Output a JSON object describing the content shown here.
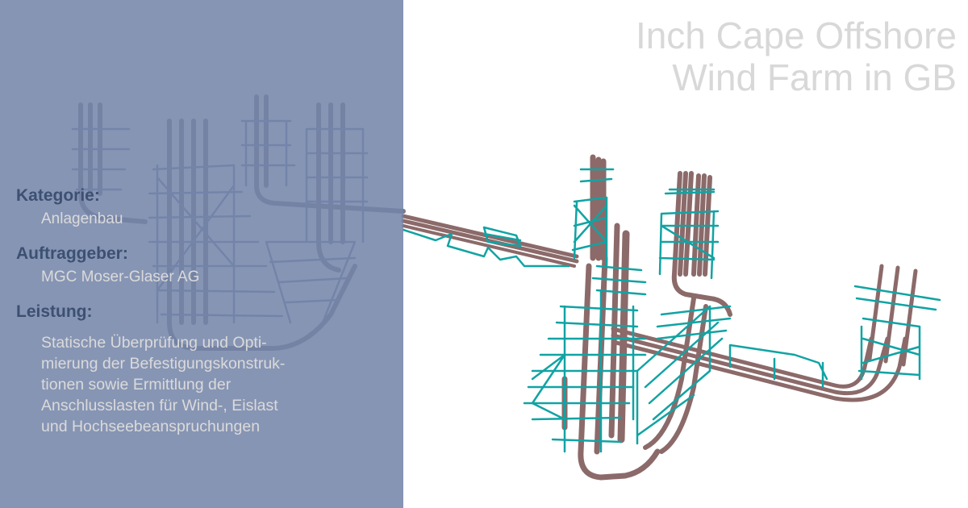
{
  "title": {
    "line1": "Inch Cape Offshore",
    "line2": "Wind Farm in GB"
  },
  "details": [
    {
      "label": "Kategorie:",
      "value": "Anlagenbau"
    },
    {
      "label": "Auftraggeber:",
      "value": "MGC Moser-Glaser AG"
    },
    {
      "label": "Leistung:",
      "value_lines": [
        "Statische Überprüfung und Opti-",
        "mierung der Befestigungskonstruk-",
        "tionen sowie Ermittlung der",
        "Anschlusslasten für Wind-, Eislast",
        "und Hochseebeanspruchungen"
      ]
    }
  ],
  "colors": {
    "overlay": "#8796b5",
    "heading": "#3c5072",
    "text": "#dadada",
    "pipe": "#8c6a6a",
    "steel": "#12a3a3"
  },
  "image": {
    "subject": "3d-pipe-and-steel-support-structure-rendering"
  }
}
